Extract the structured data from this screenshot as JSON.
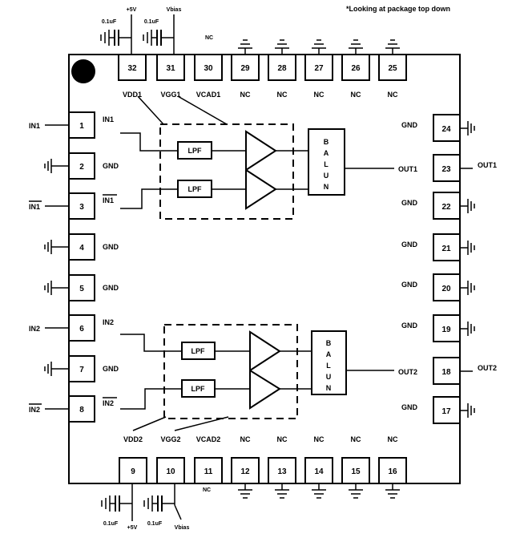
{
  "note": "*Looking at package top down",
  "top_pins": [
    "32",
    "31",
    "30",
    "29",
    "28",
    "27",
    "26",
    "25"
  ],
  "top_labels": [
    "VDD1",
    "VGG1",
    "VCAD1",
    "NC",
    "NC",
    "NC",
    "NC",
    "NC"
  ],
  "bottom_pins": [
    "9",
    "10",
    "11",
    "12",
    "13",
    "14",
    "15",
    "16"
  ],
  "bottom_labels": [
    "VDD2",
    "VGG2",
    "VCAD2",
    "NC",
    "NC",
    "NC",
    "NC",
    "NC"
  ],
  "left_pins": [
    "1",
    "2",
    "3",
    "4",
    "5",
    "6",
    "7",
    "8"
  ],
  "left_inner": [
    "IN1",
    "GND",
    "IN1",
    "GND",
    "GND",
    "IN2",
    "GND",
    "IN2"
  ],
  "left_outer": [
    "IN1",
    "",
    "IN1",
    "",
    "",
    "IN2",
    "",
    "IN2"
  ],
  "right_pins": [
    "24",
    "23",
    "22",
    "21",
    "20",
    "19",
    "18",
    "17"
  ],
  "right_inner": [
    "GND",
    "OUT1",
    "GND",
    "GND",
    "GND",
    "GND",
    "OUT2",
    "GND"
  ],
  "right_outer": [
    "",
    "OUT1",
    "",
    "",
    "",
    "",
    "OUT2",
    ""
  ],
  "nc_small": "NC",
  "supplies": {
    "top_cap1": "0.1uF",
    "top_rail1": "+5V",
    "top_cap2": "0.1uF",
    "top_rail2": "Vbias",
    "bottom_cap1": "0.1uF",
    "bottom_rail1": "+5V",
    "bottom_cap2": "0.1uF",
    "bottom_rail2": "Vbias"
  },
  "blocks": {
    "lpf": "LPF",
    "balun": [
      "B",
      "A",
      "L",
      "U",
      "N"
    ]
  }
}
